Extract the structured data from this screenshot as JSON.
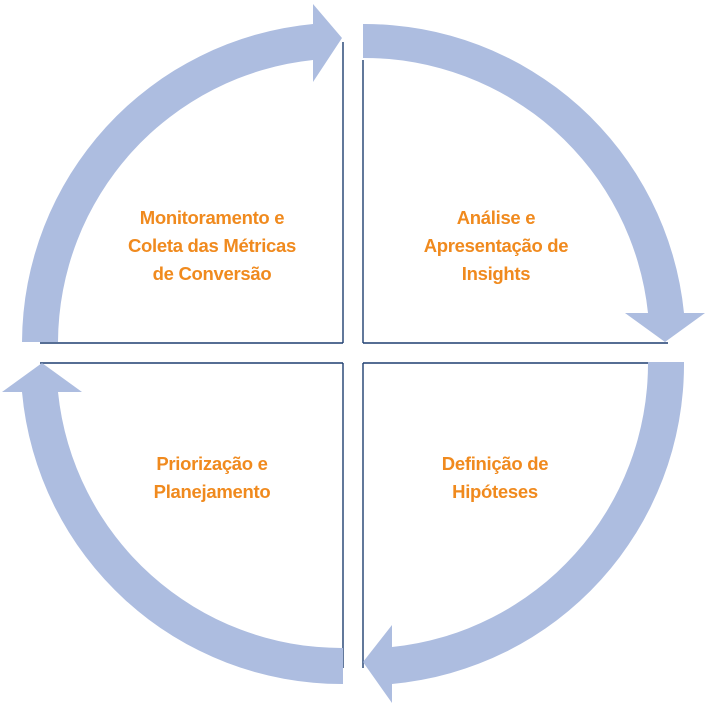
{
  "colors": {
    "arrow": "#adbde0",
    "divider": "#1e3f70",
    "text": "#f08a1e"
  },
  "stages": {
    "top_left": {
      "lines": [
        "Monitoramento e",
        "Coleta das Métricas",
        "de Conversão"
      ]
    },
    "top_right": {
      "lines": [
        "Análise  e",
        "Apresentação de",
        "Insights"
      ]
    },
    "bottom_right": {
      "lines": [
        "Definição de",
        "Hipóteses"
      ]
    },
    "bottom_left": {
      "lines": [
        "Priorização e",
        "Planejamento"
      ]
    }
  }
}
